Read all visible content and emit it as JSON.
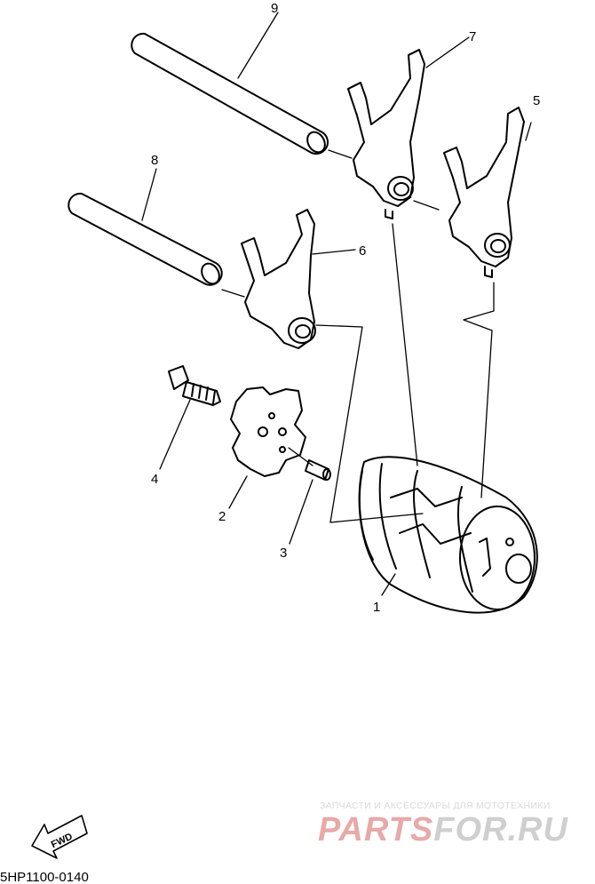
{
  "diagram": {
    "parts": [
      {
        "id": "1"
      },
      {
        "id": "2"
      },
      {
        "id": "3"
      },
      {
        "id": "4"
      },
      {
        "id": "5"
      },
      {
        "id": "6"
      },
      {
        "id": "7"
      },
      {
        "id": "8"
      },
      {
        "id": "9"
      }
    ],
    "fwd_badge": "FWD",
    "drawing_code": "5HP1100-0140"
  },
  "watermark": {
    "tagline": "ЗАПЧАСТИ И АКСЕССУАРЫ ДЛЯ МОТОТЕХНИКИ",
    "brand_part1": "PARTS",
    "brand_part2": "FOR.RU",
    "brand_color1": "#e8a9a9",
    "brand_color2": "#cfcfcf"
  }
}
